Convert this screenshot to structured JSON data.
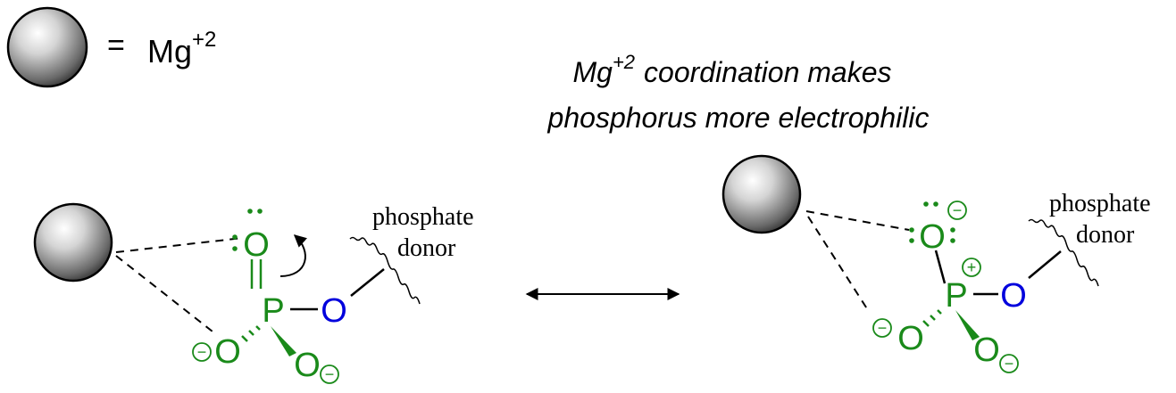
{
  "legend": {
    "equals": "=",
    "ion_symbol": "Mg",
    "ion_charge": "+2"
  },
  "caption": {
    "line1_prefix": "Mg",
    "line1_charge": "+2",
    "line1_suffix": "coordination makes",
    "line2": "phosphorus more electrophilic"
  },
  "left_structure": {
    "phosphorus": "P",
    "oxygen_top": "O",
    "oxygen_bridge": "O",
    "oxygen_left": "O",
    "oxygen_bottom": "O",
    "donor_label_line1": "phosphate",
    "donor_label_line2": "donor",
    "minus": "−"
  },
  "right_structure": {
    "phosphorus": "P",
    "oxygen_top": "O",
    "oxygen_bridge": "O",
    "oxygen_left": "O",
    "oxygen_bottom": "O",
    "donor_label_line1": "phosphate",
    "donor_label_line2": "donor",
    "plus": "+",
    "minus": "−"
  },
  "colors": {
    "phosphate": "#1a8a1a",
    "bridge_oxygen": "#0000dd",
    "ink": "#000000"
  }
}
